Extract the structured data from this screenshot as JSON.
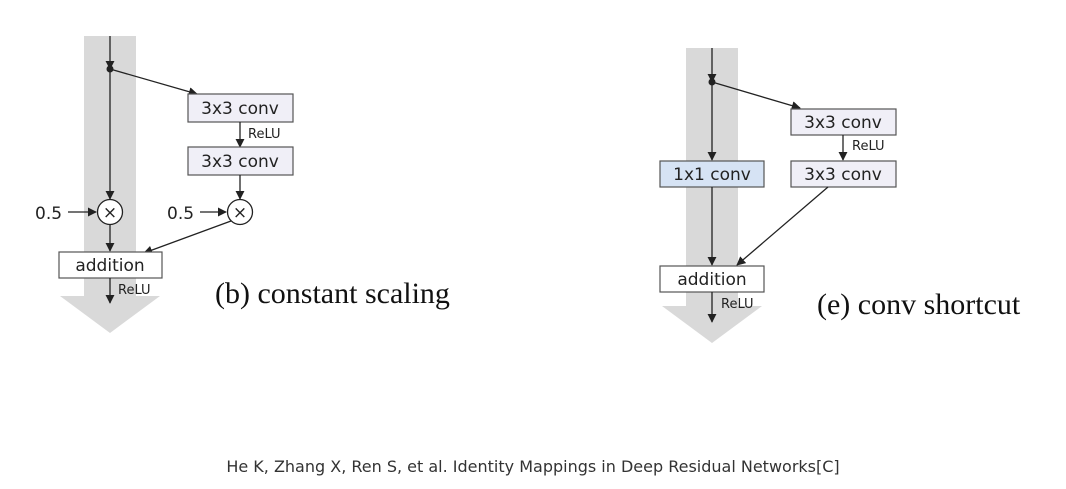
{
  "colors": {
    "shortcut_band": "#d9d9d9",
    "box_fill": "#f0eff7",
    "highlight_box_fill": "#d6e3f4",
    "line": "#222222"
  },
  "panel_b": {
    "conv1_label": "3x3 conv",
    "relu_mid_label": "ReLU",
    "conv2_label": "3x3 conv",
    "scale_left_label": "0.5",
    "scale_right_label": "0.5",
    "multiply_symbol": "×",
    "addition_label": "addition",
    "relu_out_label": "ReLU",
    "caption": "(b) constant scaling"
  },
  "panel_e": {
    "conv1_label": "3x3 conv",
    "relu_mid_label": "ReLU",
    "conv2_label": "3x3 conv",
    "shortcut_conv_label": "1x1 conv",
    "addition_label": "addition",
    "relu_out_label": "ReLU",
    "caption": "(e) conv shortcut"
  },
  "citation": "He K, Zhang X, Ren S, et al. Identity Mappings in Deep Residual Networks[C]"
}
